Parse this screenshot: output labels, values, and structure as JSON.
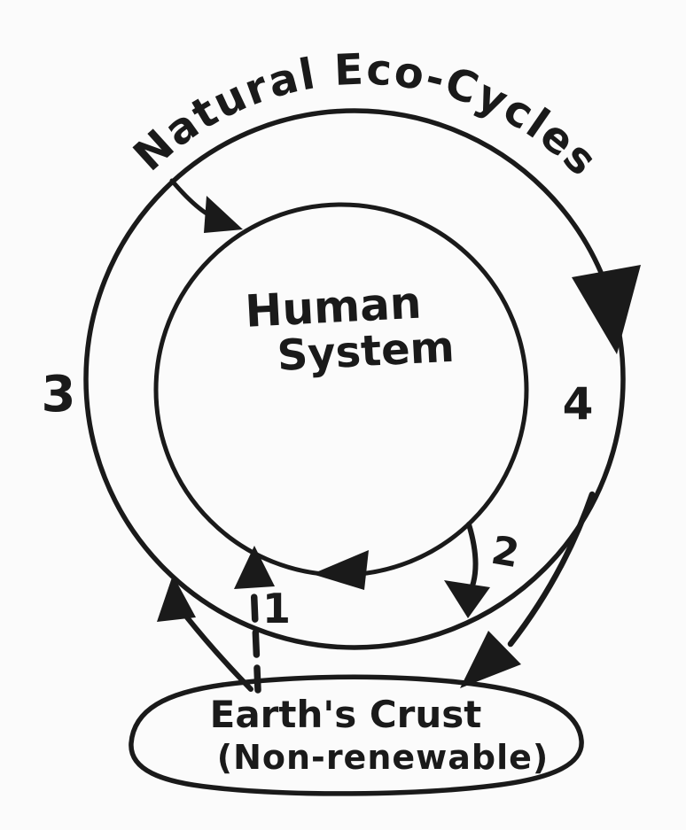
{
  "diagram": {
    "ring_label": "Natural Eco-Cycles",
    "center_system": {
      "line1": "Human",
      "line2": "System"
    },
    "earths_crust": {
      "line1": "Earth's Crust",
      "line2": "(Non-renewable)"
    },
    "flow_markers": {
      "m1": "1",
      "m2": "2",
      "m3": "3",
      "m4": "4"
    },
    "colors": {
      "ink": "#1a1a1a",
      "paper": "#fbfbfb"
    }
  }
}
